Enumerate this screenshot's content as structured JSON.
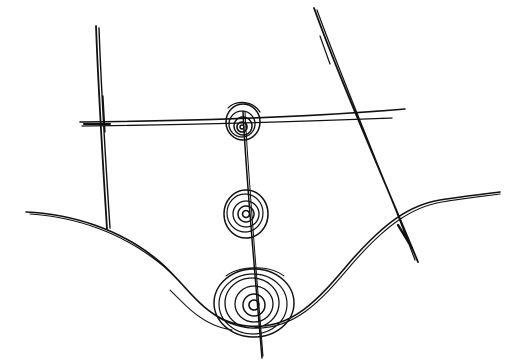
{
  "drawing": {
    "kind": "hand-drawn ink sketch",
    "ink_color": "#111111",
    "paper_color": "#ffffff",
    "elements": [
      "valley-curve",
      "left-vertical-post",
      "horizontal-bar",
      "center-vertical-line",
      "diagonal-line",
      "spiral-ball-top",
      "spiral-ball-middle",
      "spiral-ball-bottom"
    ],
    "ball_count": 3
  }
}
